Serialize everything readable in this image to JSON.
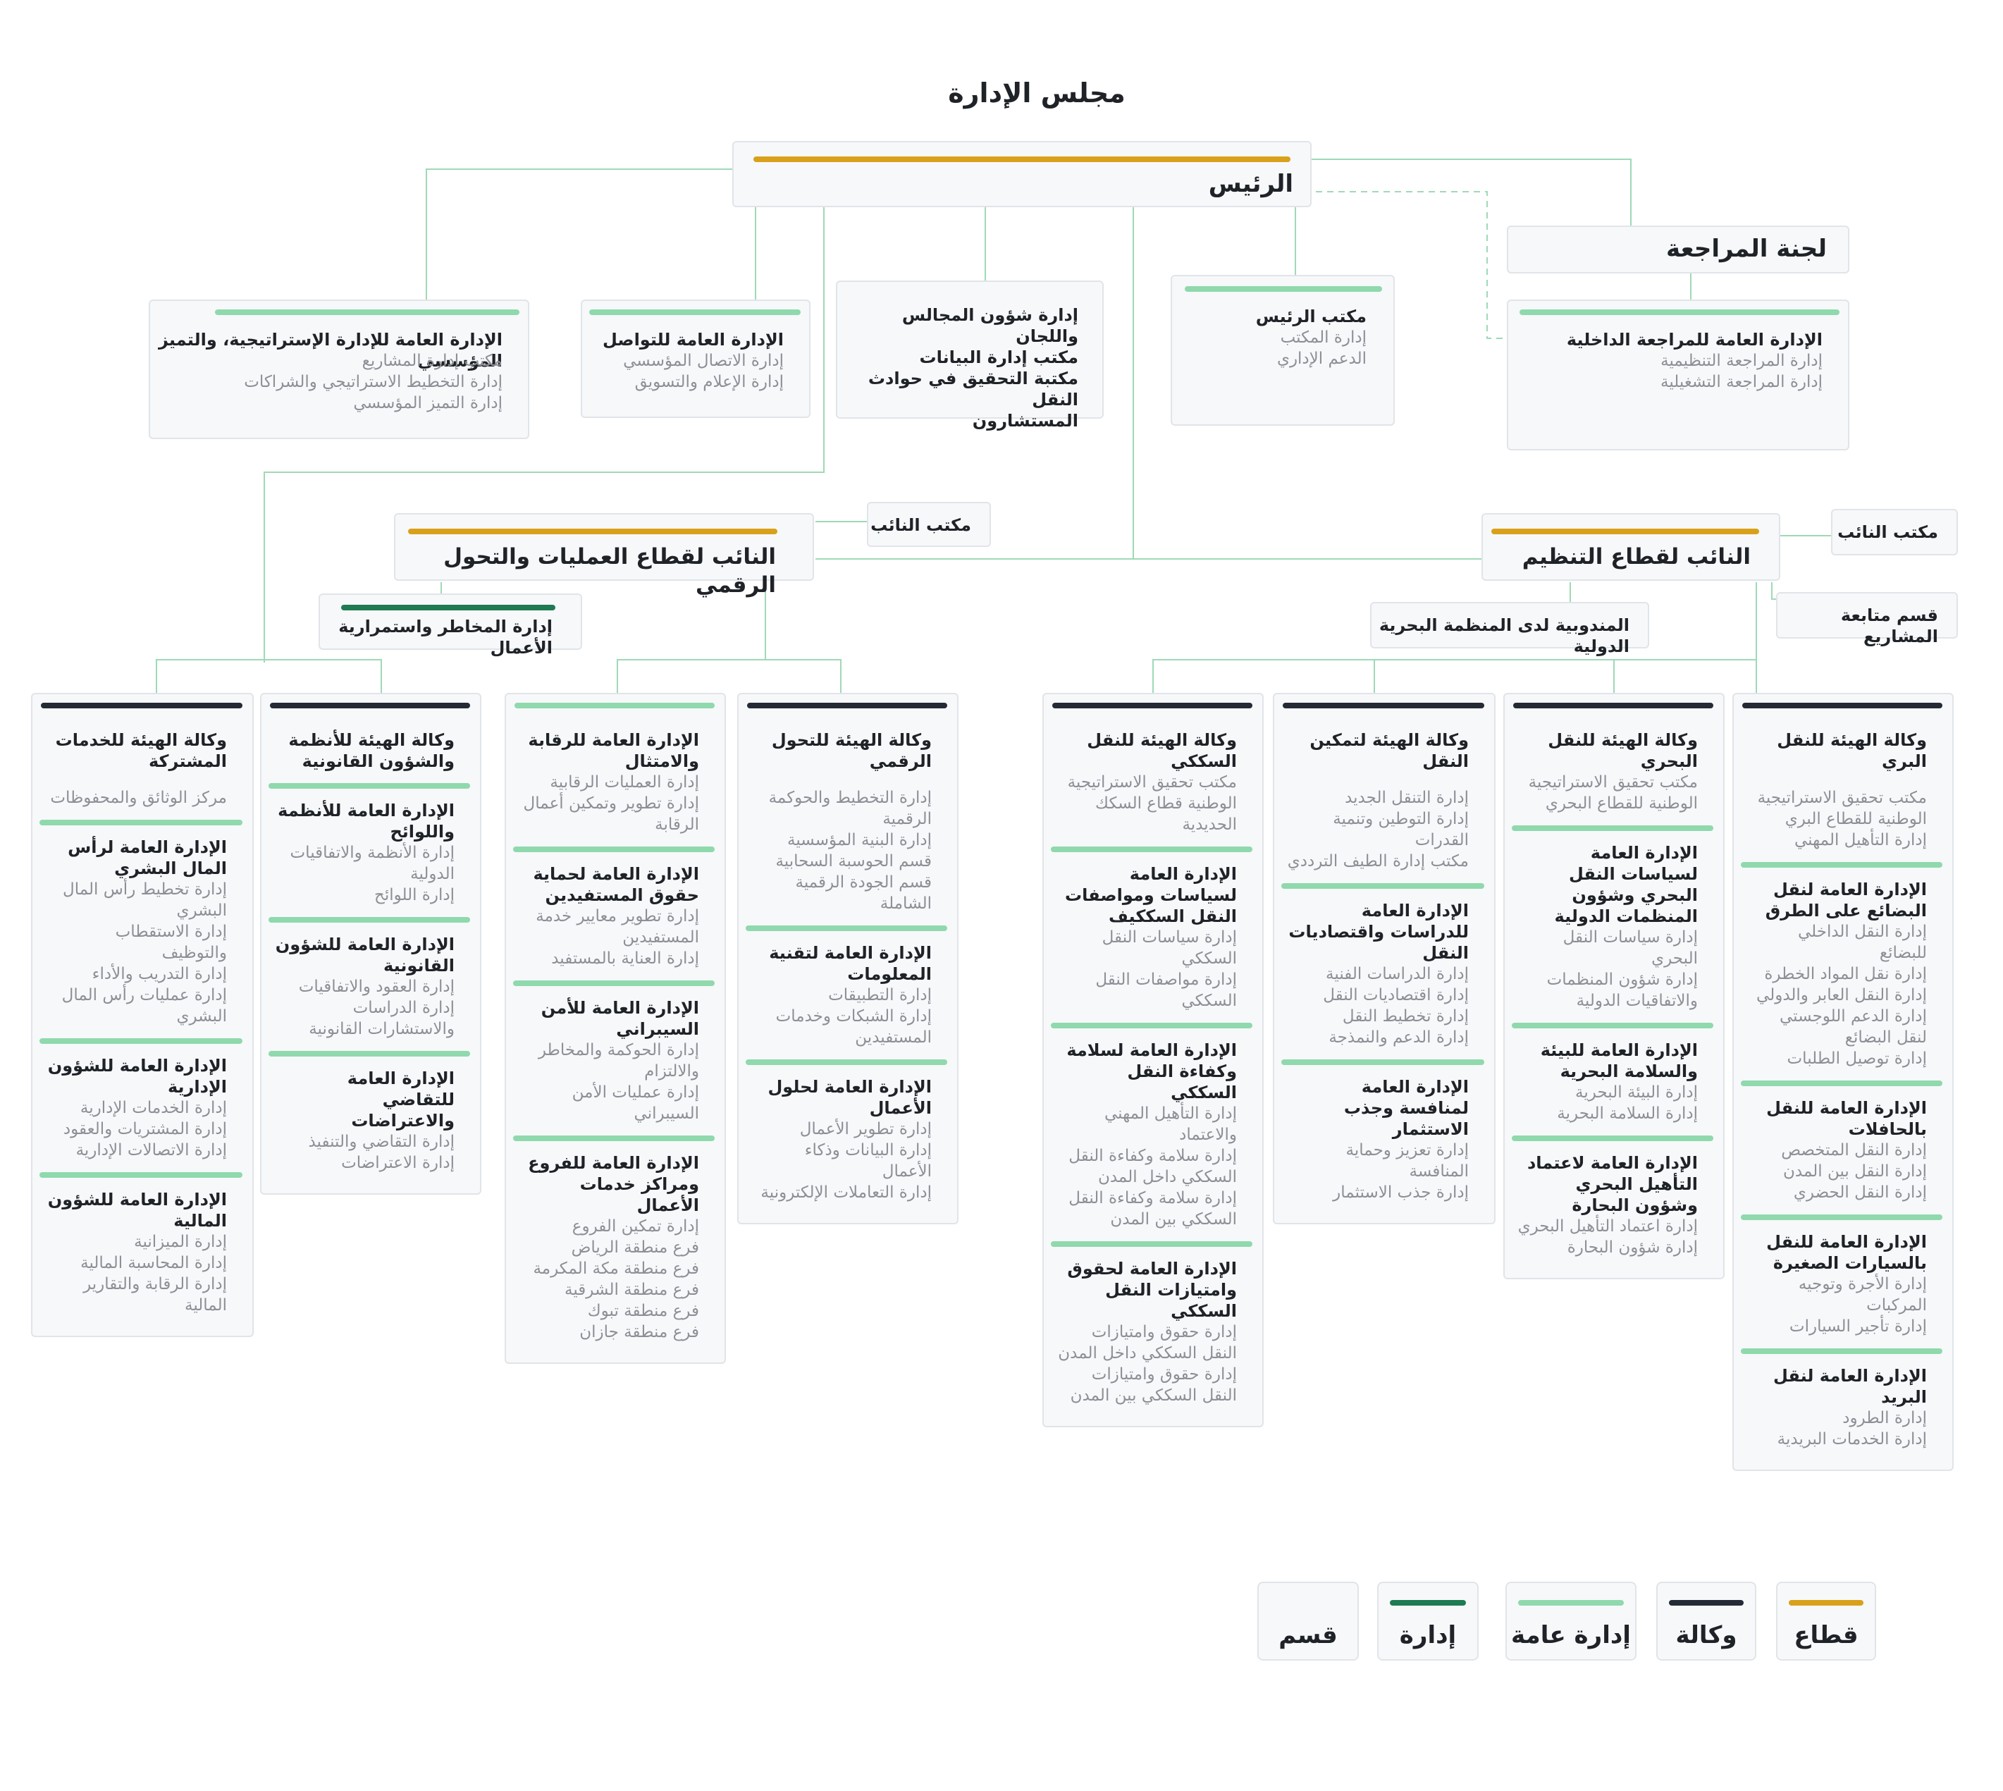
{
  "title": "مجلس الإدارة",
  "president": "الرئيس",
  "audit_committee": "لجنة المراجعة",
  "top_units": {
    "strategy": {
      "name": "الإدارة العامة للإدارة الإستراتيجية، والتميز المؤسسي",
      "items": [
        "مكتب إدارة المشاريع",
        "إدارة التخطيط الاستراتيجي والشراكات",
        "إدارة التميز المؤسسي"
      ]
    },
    "communication": {
      "name": "الإدارة العامة للتواصل",
      "items": [
        "إدارة الاتصال المؤسسي",
        "إدارة الإعلام والتسويق"
      ]
    },
    "boards": {
      "items": [
        "إدارة شؤون المجالس واللجان",
        "مكتب إدارة البيانات",
        "مكتبة التحقيق في حوادث النقل",
        "المستشارون"
      ]
    },
    "president_office": {
      "name": "مكتب الرئيس",
      "items": [
        "إدارة المكتب",
        "الدعم الإداري"
      ]
    },
    "internal_audit": {
      "name": "الإدارة العامة للمراجعة الداخلية",
      "items": [
        "إدارة المراجعة التنظيمية",
        "إدارة المراجعة التشغيلية"
      ]
    }
  },
  "deputy_ops": {
    "name": "النائب لقطاع العمليات والتحول الرقمي",
    "office": "مكتب النائب",
    "risk": "إدارة المخاطر واستمرارية الأعمال"
  },
  "deputy_reg": {
    "name": "النائب لقطاع التنظيم",
    "office": "مكتب النائب",
    "projects": "قسم متابعة المشاريع",
    "imo": "المندوبية لدى المنظمة البحرية الدولية"
  },
  "columns": [
    {
      "bar": "agency",
      "sections": [
        {
          "h": "وكالة الهيئة للخدمات المشتركة",
          "gap": true,
          "s": [
            "مركز الوثائق والمحفوظات"
          ]
        },
        {
          "h": "الإدارة العامة لرأس المال البشري",
          "s": [
            "إدارة تخطيط رأس المال البشري",
            "إدارة الاستقطاب والتوظيف",
            "إدارة التدريب والأداء",
            "إدارة عمليات رأس المال البشري"
          ]
        },
        {
          "h": "الإدارة العامة للشؤون الإدارية",
          "s": [
            "إدارة الخدمات الإدارية",
            "إدارة المشتريات والعقود",
            "إدارة الاتصالات الإدارية"
          ]
        },
        {
          "h": "الإدارة العامة للشؤون المالية",
          "s": [
            "إدارة الميزانية",
            "إدارة المحاسبة المالية",
            "إدارة الرقابة والتقارير المالية"
          ]
        }
      ]
    },
    {
      "bar": "agency",
      "sections": [
        {
          "h": "وكالة الهيئة للأنظمة والشؤون القانونية",
          "s": []
        },
        {
          "h": "الإدارة العامة للأنظمة واللوائح",
          "s": [
            "إدارة الأنظمة والاتفاقيات الدولية",
            "إدارة اللوائح"
          ]
        },
        {
          "h": "الإدارة العامة للشؤون القانونية",
          "s": [
            "إدارة العقود والاتفاقيات",
            "إدارة الدراسات والاستشارات القانونية"
          ]
        },
        {
          "h": "الإدارة العامة للتقاضي والاعتراضات",
          "s": [
            "إدارة التقاضي والتنفيذ",
            "إدارة الاعتراضات"
          ]
        }
      ]
    },
    {
      "bar": "gen",
      "sections": [
        {
          "h": "الإدارة العامة للرقابة والامتثال",
          "s": [
            "إدارة العمليات الرقابية",
            "إدارة تطوير وتمكين أعمال الرقابة"
          ]
        },
        {
          "h": "الإدارة العامة لحماية حقوق المستفيدين",
          "s": [
            "إدارة تطوير معايير خدمة المستفيدين",
            "إدارة العناية بالمستفيد"
          ]
        },
        {
          "h": "الإدارة العامة للأمن السيبراني",
          "s": [
            "إدارة الحوكمة والمخاطر والالتزام",
            "إدارة عمليات الأمن السيبراني"
          ]
        },
        {
          "h": "الإدارة العامة للفروع ومراكز خدمات الأعمال",
          "s": [
            "إدارة تمكين الفروع",
            "فرع منطقة الرياض",
            "فرع منطقة مكة المكرمة",
            "فرع منطقة الشرقية",
            "فرع منطقة تبوك",
            "فرع منطقة جازان"
          ]
        }
      ]
    },
    {
      "bar": "agency",
      "sections": [
        {
          "h": "وكالة الهيئة للتحول الرقمي",
          "gap": true,
          "s": [
            "إدارة التخطيط والحوكمة الرقمية",
            "إدارة البنية المؤسسية",
            "قسم الحوسبة السحابية",
            "قسم الجودة الرقمية الشاملة"
          ]
        },
        {
          "h": "الإدارة العامة لتقنية المعلومات",
          "s": [
            "إدارة التطبيقات",
            "إدارة الشبكات وخدمات المستفيدين"
          ]
        },
        {
          "h": "الإدارة العامة لحلول الأعمال",
          "s": [
            "إدارة تطوير الأعمال",
            "إدارة البيانات وذكاء الأعمال",
            "إدارة التعاملات الإلكترونية"
          ]
        }
      ]
    },
    {
      "bar": "agency",
      "sections": [
        {
          "h": "وكالة الهيئة للنقل السككي",
          "s": [
            "مكتب تحقيق الاستراتيجية الوطنية قطاع السكك الحديدية"
          ]
        },
        {
          "h": "الإدارة العامة لسياسات ومواصفات النقل السككيف",
          "s": [
            "إدارة سياسات النقل السككي",
            "إدارة مواصفات النقل السككي"
          ]
        },
        {
          "h": "الإدارة العامة لسلامة وكفاءة النقل السككي",
          "s": [
            "إدارة التأهيل المهني والاعتماد",
            "إدارة سلامة وكفاءة النقل السككي داخل المدن",
            "إدارة سلامة وكفاءة النقل السككي بين المدن"
          ]
        },
        {
          "h": "الإدارة العامة لحقوق وامتيازات النقل السككي",
          "s": [
            "إدارة حقوق وامتيازات النقل السككي داخل المدن",
            "إدارة حقوق وامتيازات النقل السككي بين المدن"
          ]
        }
      ]
    },
    {
      "bar": "agency",
      "sections": [
        {
          "h": "وكالة الهيئة لتمكين النقل",
          "gap": true,
          "s": [
            "إدارة التنقل الجديد",
            "إدارة التوطين وتنمية القدرات",
            "مكتب إدارة الطيف الترددي"
          ]
        },
        {
          "h": "الإدارة العامة للدراسات واقتصاديات النقل",
          "s": [
            "إدارة الدراسات الفنية",
            "إدارة اقتصاديات النقل",
            "إدارة تخطيط النقل",
            "إدارة الدعم والنمذجة"
          ]
        },
        {
          "h": "الإدارة العامة لمنافسة وجذب الاستثمار",
          "s": [
            "إدارة تعزيز وحماية المنافسة",
            "إدارة جذب الاستثمار"
          ]
        }
      ]
    },
    {
      "bar": "agency",
      "sections": [
        {
          "h": "وكالة الهيئة للنقل البحري",
          "s": [
            "مكتب تحقيق الاستراتيجية الوطنية للقطاع البحري"
          ]
        },
        {
          "h": "الإدارة العامة لسياسات النقل البحري وشؤون المنظمات الدولية",
          "s": [
            "إدارة سياسات النقل البحري",
            "إدارة شؤون المنظمات والاتفاقيات الدولية"
          ]
        },
        {
          "h": "الإدارة العامة للبيئة والسلامة البحرية",
          "s": [
            "إدارة البيئة البحرية",
            "إدارة السلامة البحرية"
          ]
        },
        {
          "h": "الإدارة العامة لاعتماد التأهيل البحري وشؤون البحارة",
          "s": [
            "إدارة اعتماد التأهيل البحري",
            "إدارة شؤون البحارة"
          ]
        }
      ]
    },
    {
      "bar": "agency",
      "sections": [
        {
          "h": "وكالة الهيئة للنقل البري",
          "gap": true,
          "s": [
            "مكتب تحقيق الاستراتيجية الوطنية للقطاع البري",
            "إدارة التأهيل المهني"
          ]
        },
        {
          "h": "الإدارة العامة لنقل البضائع على الطرق",
          "s": [
            "إدارة النقل الداخلي للبضائع",
            "إدارة نقل المواد الخطرة",
            "إدارة النقل العابر والدولي",
            "إدارة الدعم اللوجستي لنقل البضائع",
            "إدارة توصيل الطلبات"
          ]
        },
        {
          "h": "الإدارة العامة للنقل بالحافلات",
          "s": [
            "إدارة النقل المتخصص",
            "إدارة النقل بين المدن",
            "إدارة النقل الحضري"
          ]
        },
        {
          "h": "الإدارة العامة للنقل بالسيارات الصغيرة",
          "s": [
            "إدارة الأجرة وتوجيه المركبات",
            "إدارة تأجير السيارات"
          ]
        },
        {
          "h": "الإدارة العامة لنقل البريد",
          "s": [
            "إدارة الطرود",
            "إدارة الخدمات البريدية"
          ]
        }
      ]
    }
  ],
  "legend": [
    {
      "label": "قطاع",
      "color": "#d9a11a"
    },
    {
      "label": "وكالة",
      "color": "#242b35"
    },
    {
      "label": "إدارة عامة",
      "color": "#8fd9ad"
    },
    {
      "label": "إدارة",
      "color": "#1e7b52"
    },
    {
      "label": "قسم",
      "color": ""
    }
  ]
}
